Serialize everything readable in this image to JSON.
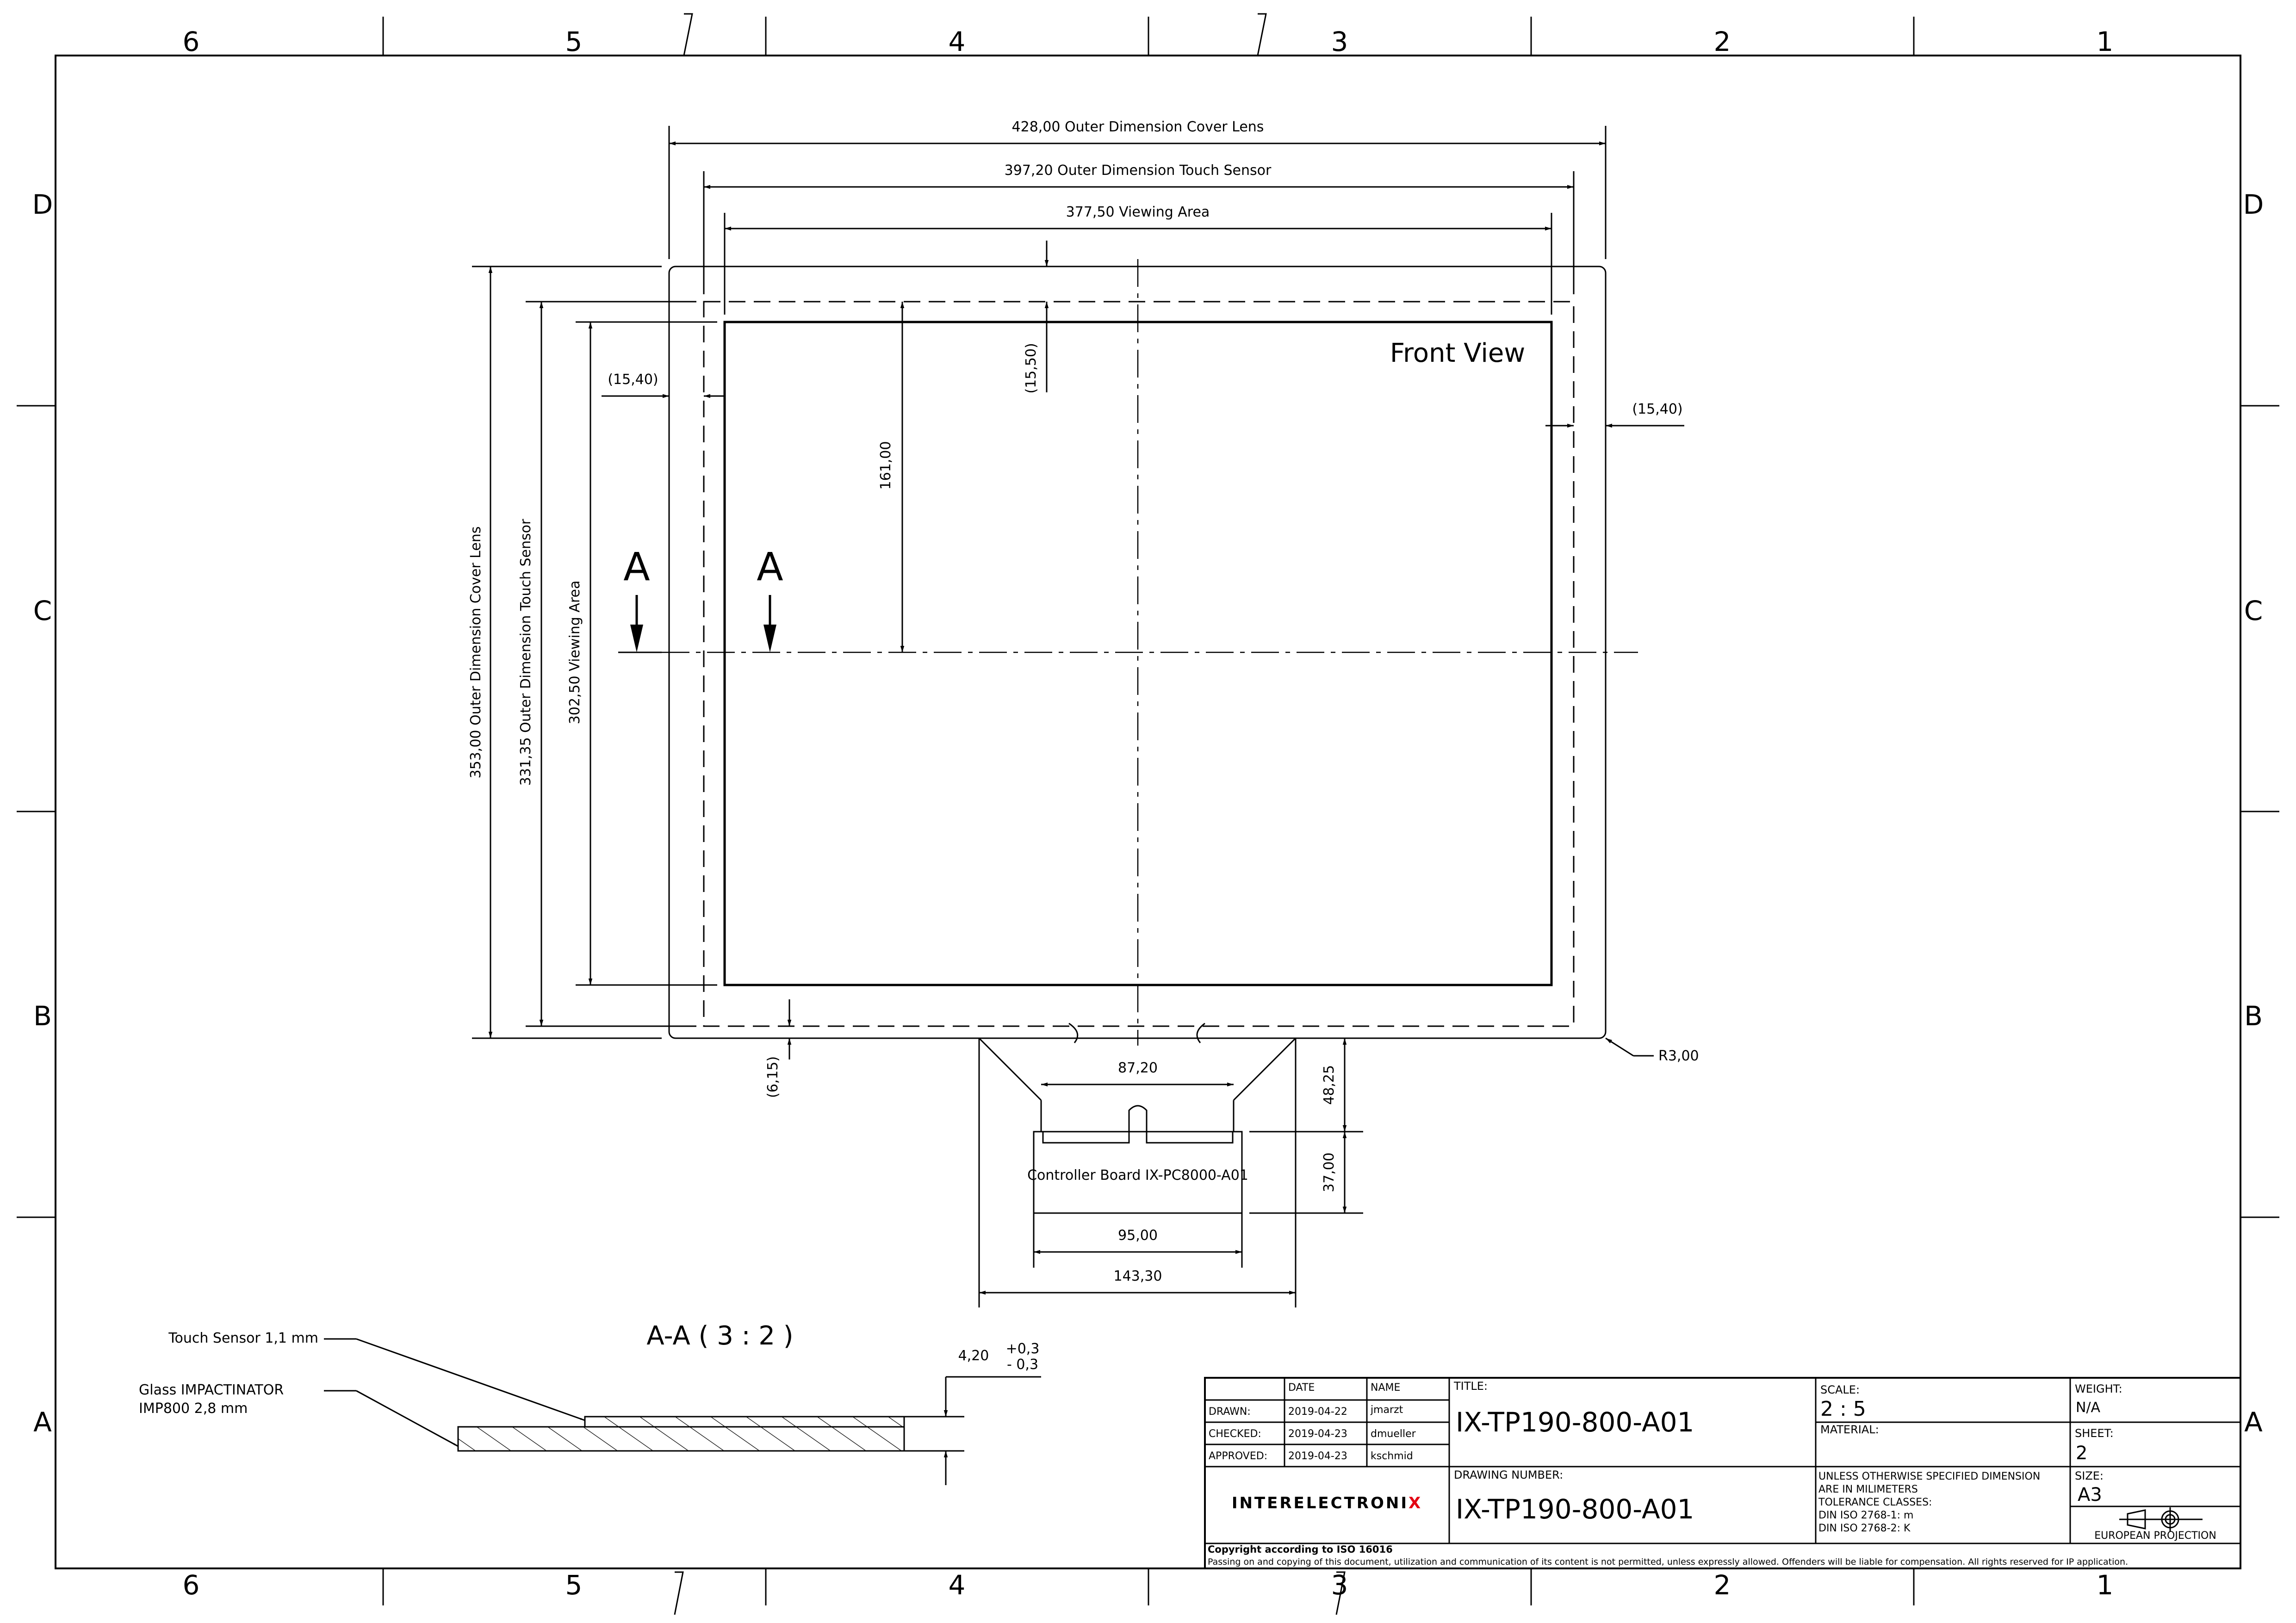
{
  "zones": {
    "columns": [
      "6",
      "5",
      "4",
      "3",
      "2",
      "1"
    ],
    "rows": [
      "D",
      "C",
      "B",
      "A"
    ]
  },
  "front_view": {
    "label": "Front View",
    "dims": {
      "cover_width": "428,00 Outer Dimension Cover Lens",
      "sensor_width": "397,20 Outer Dimension Touch Sensor",
      "viewing_width": "377,50 Viewing Area",
      "cover_height": "353,00 Outer Dimension Cover Lens",
      "sensor_height": "331,35 Outer Dimension Touch Sensor",
      "viewing_height": "302,50 Viewing Area",
      "center_height": "161,00",
      "top_offset": "(15,50)",
      "left_offset": "(15,40)",
      "right_offset": "(15,40)",
      "bottom_offset": "(6,15)",
      "corner_radius": "R3,00",
      "tail_width": "87,20",
      "tail_length": "48,25",
      "board_height": "37,00",
      "board_width": "95,00",
      "flex_width": "143,30"
    },
    "section_marker": "A",
    "controller_board": "Controller Board IX-PC8000-A01"
  },
  "section_view": {
    "title": "A-A ( 3 : 2 )",
    "label_touch_sensor": "Touch Sensor 1,1 mm",
    "label_glass_line1": "Glass IMPACTINATOR",
    "label_glass_line2": "IMP800 2,8 mm",
    "thickness": "4,20",
    "tol_plus": "+0,3",
    "tol_minus": "- 0,3"
  },
  "title_block": {
    "headers": {
      "date": "DATE",
      "name": "NAME"
    },
    "rows": [
      {
        "role": "DRAWN:",
        "date": "2019-04-22",
        "name": "jmarzt"
      },
      {
        "role": "CHECKED:",
        "date": "2019-04-23",
        "name": "dmueller"
      },
      {
        "role": "APPROVED:",
        "date": "2019-04-23",
        "name": "kschmid"
      }
    ],
    "title_label": "TITLE:",
    "title": "IX-TP190-800-A01",
    "drawing_number_label": "DRAWING NUMBER:",
    "drawing_number": "IX-TP190-800-A01",
    "scale_label": "SCALE:",
    "scale": "2 : 5",
    "material_label": "MATERIAL:",
    "weight_label": "WEIGHT:",
    "weight": "N/A",
    "sheet_label": "SHEET:",
    "sheet": "2",
    "size_label": "SIZE:",
    "size": "A3",
    "tolerance_lines": [
      "UNLESS OTHERWISE SPECIFIED DIMENSION",
      "ARE IN MILIMETERS",
      "TOLERANCE CLASSES:",
      "DIN ISO 2768-1: m",
      "DIN ISO 2768-2: K"
    ],
    "projection": "EUROPEAN PROJECTION",
    "logo_main": "INTERELECTRONI",
    "logo_accent": "X",
    "logo_accent_color": "#e30613",
    "copyright_title": "Copyright according to ISO 16016",
    "copyright_text": "Passing on and copying of this document, utilization and communication of its content is not permitted, unless expressly allowed. Offenders will be liable for compensation. All rights reserved for IP application."
  }
}
